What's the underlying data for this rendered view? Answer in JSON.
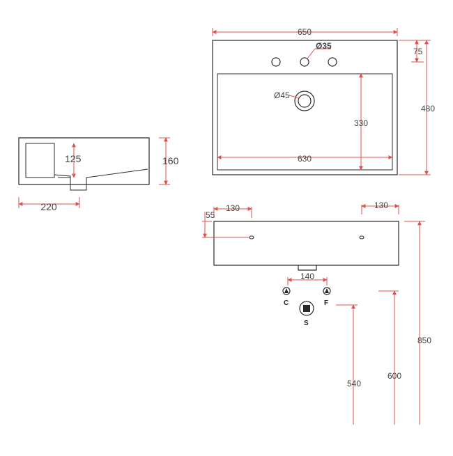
{
  "dimensions": {
    "top_width": "650",
    "tap_hole": "Ø35",
    "tap_offset": "75",
    "overall_depth": "480",
    "drain": "Ø45",
    "basin_depth": "330",
    "basin_width": "630",
    "side_height": "160",
    "bowl_depth": "125",
    "side_width": "220",
    "bracket_offset_left": "130",
    "bracket_offset_right": "130",
    "bracket_height": "55",
    "supply_spacing": "140",
    "waste_height": "540",
    "supply_height": "600",
    "rim_height": "850"
  },
  "labels": {
    "cold": "C",
    "hot": "F",
    "waste": "S"
  },
  "colors": {
    "outline": "#2a2a2a",
    "dimension": "#d9534f",
    "text": "#444444"
  }
}
